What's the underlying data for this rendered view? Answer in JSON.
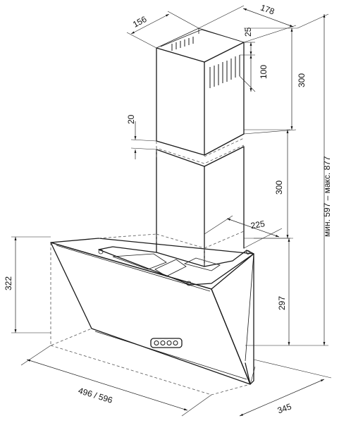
{
  "dimensions": {
    "chimney_depth": "156",
    "chimney_width": "178",
    "slot_offset": "25",
    "slot_height": "100",
    "upper_chimney_height": "300",
    "overlap": "20",
    "lower_chimney_height": "300",
    "bracket_depth": "225",
    "canopy_height_front": "322",
    "canopy_height_side": "297",
    "total_height": "мин. 597 – макс. 877",
    "width": "496 / 596",
    "depth": "345"
  }
}
